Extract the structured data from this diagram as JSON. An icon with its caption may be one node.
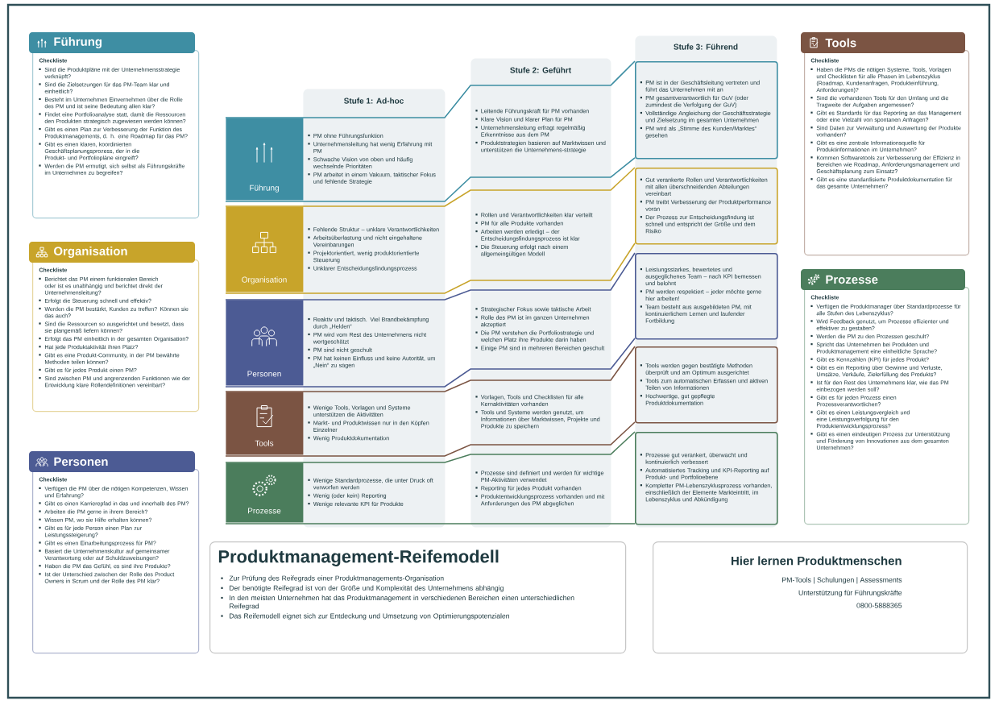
{
  "diagram": {
    "nodes": [
      {
        "text": [
          "Führung",
          "Checkliste",
          "Sind die Produktpläne mit der Unternehmensstrategie verknüpft?",
          "Sind die Zielsetzungen für das PM-Team klar und einheitlich?",
          "Besteht im Unternehmen Einvernehmen über die Rolle des PM und ist seine Bedeutung allen klar?",
          "Findet eine Portfolioanalyse statt, damit die Ressourcen den Produkten strategisch zugewiesen werden können?",
          "Gibt es einen Plan zur Verbesserung der Funktion des Produktmanagements, d. h. eine Roadmap für das PM?",
          "Gibt es einen klaren, koordinierten Geschäftsplanungsprozess, der in die Produkt- und Portfoliopläne eingreift?",
          "Werden die PM ermutigt, sich selbst als Führungskräfte im Unternehmen zu begreifen?"
        ]
      },
      {
        "text": [
          "Organisation",
          "Checkliste",
          "Berichtet das PM einem funktionalen Bereich oder ist es unabhängig und berichtet direkt der Unternehmensleitung?",
          "Erfolgt die Steuerung schnell und effektiv?",
          "Werden die PM bestärkt, Kunden zu treffen? Können sie das auch?",
          "Sind die Ressourcen so ausgerichtet und besetzt, dass sie plangemäß liefern können?",
          "Erfolgt das PM einheitlich in der gesamten Organisation?",
          "Hat jede Produktaktivität ihren Platz?",
          "Gibt es eine Produkt-Community, in der PM bewährte Methoden teilen können?",
          "Gibt es für jedes Produkt einen PM?",
          "Sind zwischen PM und angrenzenden Funktionen wie der Entwicklung klare Rollendefinitionen vereinbart?"
        ]
      },
      {
        "text": [
          "Personen",
          "Checkliste",
          "Verfügen die PM über die nötigen Kompetenzen, Wissen und Erfahrung?",
          "Gibt es einen Karrierepfad in das und innerhalb des PM?",
          "Arbeiten die PM gerne in ihrem Bereich?",
          "Wissen PM, wo sie Hilfe erhalten können?",
          "Gibt es für jede Person einen Plan zur Leistungssteigerung?",
          "Gibt es einen Einarbeitungsprozess für PM?",
          "Basiert die Unternehmenskultur auf gemeinsamer Verantwortung oder auf Schuldzuweisungen?",
          "Haben die PM das Gefühl, es sind ihre Produkte?",
          "Ist der Unterschied zwischen der Rolle des Product Owners in Scrum und der Rolle des PM klar?"
        ]
      },
      {
        "text": [
          "Stufe 1: Ad-hoc"
        ]
      },
      {
        "text": [
          "Stufe 2: Geführt"
        ]
      },
      {
        "text": [
          "Stufe 3: Führend"
        ]
      },
      {
        "text": [
          "Führung"
        ]
      },
      {
        "text": [
          "Organisation"
        ]
      },
      {
        "text": [
          "Personen"
        ]
      },
      {
        "text": [
          "Tools"
        ]
      },
      {
        "text": [
          "Prozesse"
        ]
      },
      {
        "text": [
          "PM ohne Führungsfunktion",
          "Unternehmensleitung hat wenig Erfahrung mit PM",
          "Schwache Vision von oben und häufig wechselnde Prioritäten",
          "PM arbeitet in einem Vakuum, taktischer Fokus und fehlende Strategie"
        ],
        "in": 3
      },
      {
        "text": [
          "Fehlende Struktur – unklare Verantwortlichkeiten",
          "Arbeitsüberlastung und nicht eingehaltene Vereinbarungen",
          "Projektorientiert, wenig produktorientierte Steuerung",
          "Unklarer Entscheidungsfindungsprozess"
        ],
        "in": 3
      },
      {
        "text": [
          "Reaktiv und taktisch. Viel Brandbekämpfung durch „Helden“",
          "PM wird vom Rest des Unternehmens nicht wertgeschätzt",
          "PM sind nicht geschult",
          "PM hat keinen Einfluss und keine Autorität, um „Nein“ zu sagen"
        ],
        "in": 3
      },
      {
        "text": [
          "Wenige Tools, Vorlagen und Systeme unterstützen die Aktivitäten",
          "Markt- und Produktwissen nur in den Köpfen Einzelner",
          "Wenig Produktdokumentation"
        ],
        "in": 3
      },
      {
        "text": [
          "Wenige Standardprozesse, die unter Druck oft verworfen werden",
          "Wenig (oder kein) Reporting",
          "Wenige relevante KPI für Produkte"
        ],
        "in": 3
      },
      {
        "text": [
          "Leitende Führungskraft für PM vorhanden",
          "Klare Vision und klarer Plan für PM",
          "Unternehmensleitung erfragt regelmäßig Erkenntnisse aus dem PM",
          "Produktstrategien basieren auf Marktwissen und unterstützen die Unternehmens-strategie"
        ],
        "in": 4
      },
      {
        "text": [
          "Rollen und Verantwortlichkeiten klar verteilt",
          "PM für alle Produkte vorhanden",
          "Arbeiten werden erledigt – der Entscheidungsfindungsprozess ist klar",
          "Die Steuerung erfolgt nach einem allgemeingültigen Modell"
        ],
        "in": 4
      },
      {
        "text": [
          "Strategischer Fokus sowie taktische Arbeit",
          "Rolle des PM ist im ganzen Unternehmen akzeptiert",
          "Die PM verstehen die Portfoliostrategie und welchen Platz ihre Produkte darin haben",
          "Einige PM sind in mehreren Bereichen geschult"
        ],
        "in": 4
      },
      {
        "text": [
          "Vorlagen, Tools und Checklisten für alle Kernaktivitäten vorhanden",
          "Tools und Systeme werden genutzt, um Informationen über Marktwissen, Projekte und Produkte zu speichern"
        ],
        "in": 4
      },
      {
        "text": [
          "Prozesse sind definiert und werden für wichtige PM-Aktivitäten verwendet",
          "Reporting für jedes Produkt vorhanden",
          "Produktentwicklungsprozess vorhanden und mit Anforderungen des PM abgeglichen"
        ],
        "in": 4
      },
      {
        "text": [
          "PM ist in der Geschäftsleitung vertreten und führt das Unternehmen mit an",
          "PM gesamtverantwortlich für GuV (oder zumindest die Verfolgung der GuV)",
          "Vollständige Angleichung der Geschäftsstrategie und Zielsetzung im gesamten Unternehmen",
          "PM wird als „Stimme des Kunden/Marktes“ gesehen"
        ],
        "in": 5
      },
      {
        "text": [
          "Gut verankerte Rollen und Verantwortlichkeiten mit allen überschneidenden Abteilungen vereinbart",
          "PM treibt Verbesserung der Produktperformance voran",
          "Der Prozess zur Entscheidungsfindung ist schnell und entspricht der Größe und dem Risiko"
        ],
        "in": 5
      },
      {
        "text": [
          "Leistungsstarkes, bewertetes und ausgeglichenes Team – nach KPI bemessen und belohnt",
          "PM werden respektiert – jeder möchte gerne hier arbeiten!",
          "Team besteht aus ausgebildeten PM, mit kontinuierlichem Lernen und laufender Fortbildung"
        ],
        "in": 5
      },
      {
        "text": [
          "Tools werden gegen bestätigte Methoden überprüft und am Optimum ausgerichtet",
          "Tools zum automatischen Erfassen und aktiven Teilen von Informationen",
          "Hochwertige, gut gepflegte Produktdokumentation"
        ],
        "in": 5
      },
      {
        "text": [
          "Prozesse gut verankert, überwacht und kontinuierlich verbessert",
          "Automatisiertes Tracking und KPI-Reporting auf Produkt- und Portfolioebene",
          "Kompletter PM-Lebenszyklusprozess vorhanden, einschließlich der Elemente Markteintritt, im Lebenszyklus und Abkündigung"
        ],
        "in": 5
      },
      {
        "text": [
          "Tools",
          "Checkliste",
          "Haben die PMs die nötigen Systeme, Tools, Vorlagen und Checklisten für alle Phasen im Lebenszyklus (Roadmap, Kundenanfragen, Produkteinführung, Anforderungen)?",
          "Sind die vorhandenen Tools für den Umfang und die Tragweite der Aufgaben angemessen?",
          "Gibt es Standards für das Reporting an das Management oder eine Vielzahl von spontanen Anfragen?",
          "Sind Daten zur Verwaltung und Auswertung der Produkte vorhanden?",
          "Gibt es eine zentrale Informationsquelle für Produktinformationen im Unternehmen?",
          "Kommen Softwaretools zur Verbesserung der Effizienz in Bereichen wie Roadmap, Anforderungsmanagement und Geschäftsplanung zum Einsatz?",
          "Gibt es eine standardisierte Produktdokumentation für das gesamte Unternehmen?"
        ]
      },
      {
        "text": [
          "Prozesse",
          "Checkliste",
          "Verfügen die Produktmanager über Standardprozesse für alle Stufen des Lebenszyklus?",
          "Wird Feedback genutzt, um Prozesse effizienter und effektiver zu gestalten?",
          "Werden die PM zu den Prozessen geschult?",
          "Spricht das Unternehmen bei Produkten und Produktmanagement eine einheitliche Sprache?",
          "Gibt es Kennzahlen (KPI) für jedes Produkt?",
          "Gibt es ein Reporting über Gewinne und Verluste, Umsätze, Verkäufe, Zielerfüllung des Produkts?",
          "Ist für den Rest des Unternehmens klar, wie das PM einbezogen werden soll?",
          "Gibt es für jeden Prozess einen Prozessverantwortlichen?",
          "Gibt es einen Leistungsvergleich und eine Leistungsverfolgung für den Produktentwicklungsprozess?",
          "Gibt es einen eindeutigen Prozess zur Unterstützung und Förderung von Innovationen aus dem gesamten Unternehmen?"
        ]
      },
      {
        "text": [
          "Produktmanagement-Reifemodell",
          "Zur Prüfung des Reifegrads einer Produktmanagements-Organisation",
          "Der benötigte Reifegrad ist von der Größe und Komplexität des Unternehmens abhängig",
          "In den meisten Unternehmen hat das Produktmanagement in verschiedenen Bereichen einen unterschiedlichen Reifegrad",
          "Das Reifemodell eignet sich zur Entdeckung und Umsetzung von Optimierungspotenzialen"
        ]
      },
      {
        "text": [
          "Hier lernen Produktmenschen",
          "PM-Tools | Schulungen | Assessments",
          "Unterstützung für Führungskräfte",
          "0800-5888365"
        ]
      }
    ]
  }
}
